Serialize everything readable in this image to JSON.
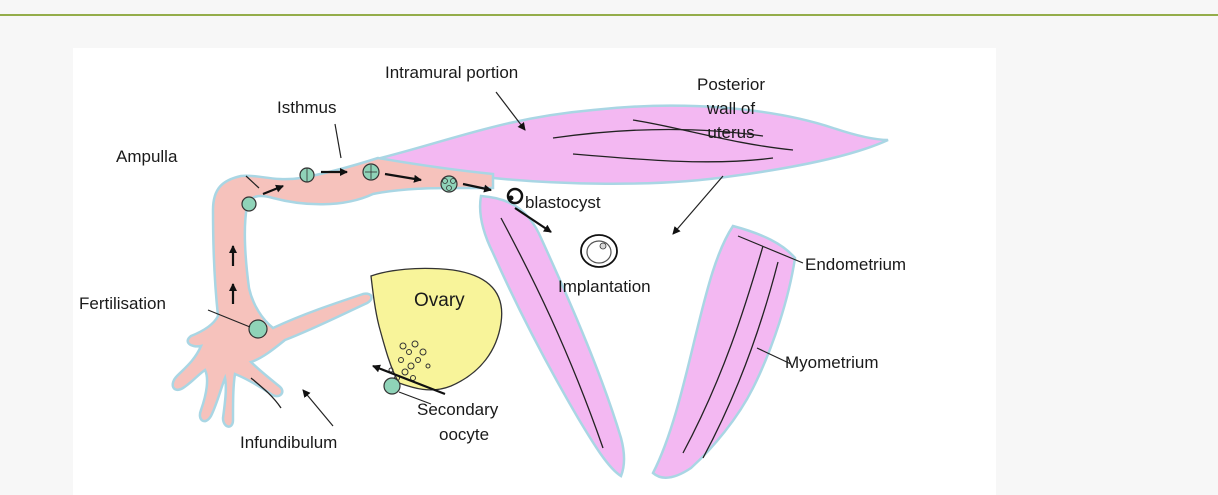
{
  "colors": {
    "tube_fill": "#f6c2bc",
    "tube_outline": "#a9d6e4",
    "uterus_fill": "#f3b8f2",
    "ovary_fill": "#f8f49a",
    "egg_fill": "#8fd3b8"
  },
  "labels": {
    "intramural": "Intramural portion",
    "isthmus": "Isthmus",
    "ampulla": "Ampulla",
    "posterior_1": "Posterior",
    "posterior_2": "wall of",
    "posterior_3": "uterus",
    "blastocyst": "blastocyst",
    "implantation": "Implantation",
    "endometrium": "Endometrium",
    "fertilisation": "Fertilisation",
    "ovary": "Ovary",
    "myometrium": "Myometrium",
    "secondary_1": "Secondary",
    "secondary_2": "oocyte",
    "infundibulum": "Infundibulum"
  }
}
